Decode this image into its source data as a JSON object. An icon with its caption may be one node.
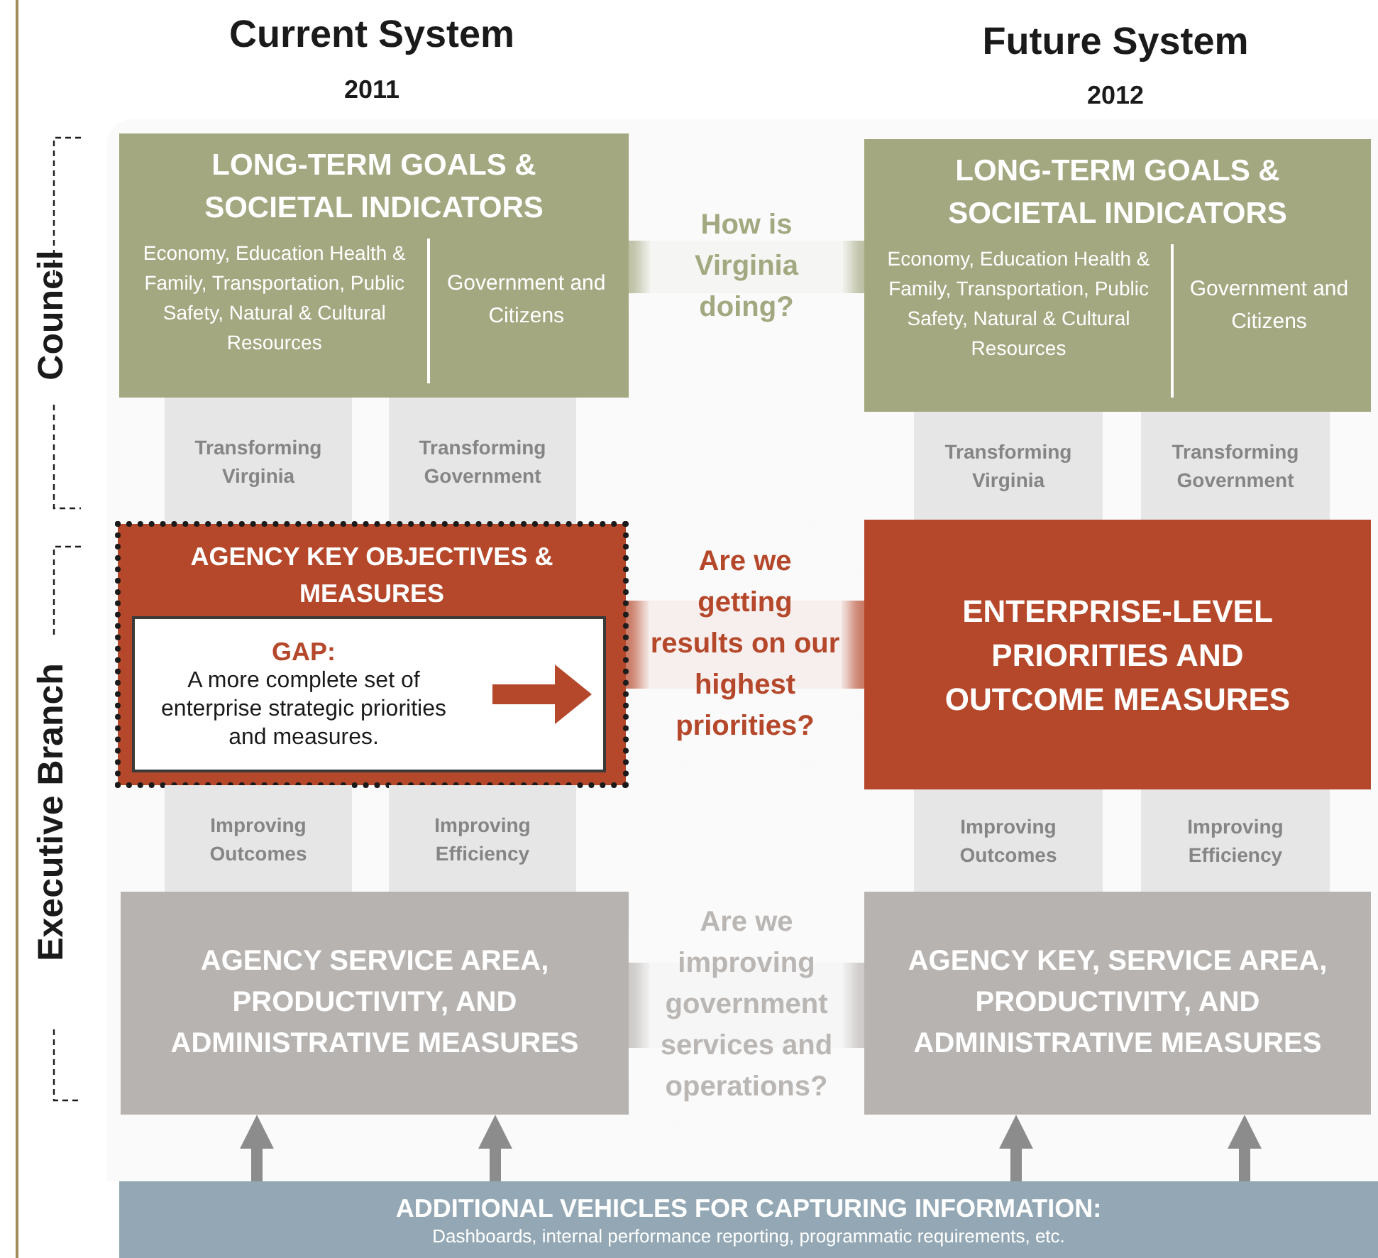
{
  "diagram": {
    "nodes": [
      {
        "text": [
          "LONG-TERM GOALS & SOCIETAL INDICATORS",
          "Economy, Education Health & Family, Transportation, Public Safety, Natural & Cultural Resources",
          "Government and Citizens"
        ]
      },
      {
        "text": [
          "Transforming Virginia"
        ]
      },
      {
        "text": [
          "Transforming Government"
        ]
      },
      {
        "text": [
          "AGENCY KEY OBJECTIVES & MEASURES"
        ]
      },
      {
        "text": [
          "GAP:",
          "A more complete set of enterprise strategic priorities and measures."
        ],
        "in": 3
      },
      {
        "text": [
          "Improving Outcomes"
        ]
      },
      {
        "text": [
          "Improving Efficiency"
        ]
      },
      {
        "text": [
          "AGENCY SERVICE AREA, PRODUCTIVITY, AND ADMINISTRATIVE MEASURES"
        ]
      },
      {
        "text": [
          "LONG-TERM GOALS & SOCIETAL INDICATORS",
          "Economy, Education Health & Family, Transportation, Public Safety, Natural & Cultural Resources",
          "Government and Citizens"
        ]
      },
      {
        "text": [
          "Transforming Virginia"
        ]
      },
      {
        "text": [
          "Transforming Government"
        ]
      },
      {
        "text": [
          "ENTERPRISE-LEVEL PRIORITIES AND OUTCOME MEASURES"
        ]
      },
      {
        "text": [
          "Improving Outcomes"
        ]
      },
      {
        "text": [
          "Improving Efficiency"
        ]
      },
      {
        "text": [
          "AGENCY KEY, SERVICE AREA, PRODUCTIVITY, AND ADMINISTRATIVE MEASURES"
        ]
      },
      {
        "text": [
          "ADDITIONAL VEHICLES FOR CAPTURING INFORMATION:",
          "Dashboards, internal performance reporting, programmatic requirements, etc."
        ]
      }
    ],
    "edges": [
      {
        "from": 0,
        "to": 8,
        "arrow": "none",
        "label": "How is Virginia doing?",
        "style": "thick",
        "color": "#a3a880"
      },
      {
        "from": 3,
        "to": 11,
        "arrow": "none",
        "label": "Are we getting results on our highest priorities?",
        "style": "thick",
        "color": "#b5472a"
      },
      {
        "from": 7,
        "to": 14,
        "arrow": "none",
        "label": "Are we improving government services and operations?",
        "style": "thick",
        "color": "#bab6b4"
      },
      {
        "from": 15,
        "to": 7,
        "arrow": "to"
      },
      {
        "from": 15,
        "to": 7,
        "arrow": "to"
      },
      {
        "from": 15,
        "to": 14,
        "arrow": "to"
      },
      {
        "from": 15,
        "to": 14,
        "arrow": "to"
      }
    ],
    "labels": [
      "Current System",
      "2011",
      "Future System",
      "2012",
      "Council",
      "Executive Branch"
    ]
  }
}
